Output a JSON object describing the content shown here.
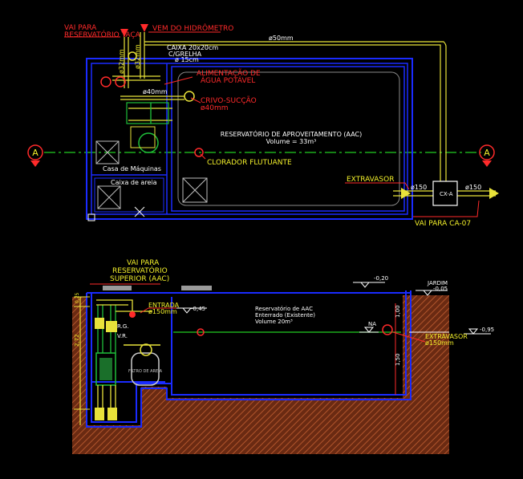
{
  "plan": {
    "label_vai_reservatorio": "VAI PARA",
    "label_vai_reservatorio_2": "RESERVATÓRIO TAÇA",
    "label_vem_hidrometro": "VEM DO HIDRÔMETRO",
    "label_pipe_top": "ø50mm",
    "label_caixa": "CAIXA 20x20cm",
    "label_grelha": "C/GRELHA",
    "label_grelha_2": "ø 15cm",
    "label_alimentacao": "ALIMENTAÇÃO DE",
    "label_alimentacao_2": "ÁGUA POTÁVEL",
    "label_d40": "ø40mm",
    "label_crivo": "CRIVO-SUCÇÃO",
    "label_crivo_2": "ø40mm",
    "label_reservatorio": "RESERVATÓRIO DE APROVEITAMENTO (AAC)",
    "label_volume": "Volume = 33m³",
    "label_clorador": "CLORADOR FLUTUANTE",
    "label_casa_maquinas": "Casa de Máquinas",
    "label_caixa_areia": "Caixa de areia",
    "label_extravasor": "EXTRAVASOR",
    "label_d150_left": "ø150",
    "label_d150_right": "ø150",
    "label_cx": "CX-A",
    "label_vai_ca": "VAI PARA CA-07",
    "label_v32a": "ø32mm",
    "label_v32b": "ø32mm",
    "section_marker_left": "A",
    "section_marker_right": "A"
  },
  "section": {
    "label_vai_sup": "VAI PARA",
    "label_vai_sup_2": "RESERVATÓRIO",
    "label_vai_sup_3": "SUPERIOR (AAC)",
    "label_level_020": "-0,20",
    "label_jardim": "JARDIM",
    "label_jardim_level": "-0,05",
    "label_entrada": "ENTRADA",
    "label_entrada_2": "ø150mm",
    "label_level_045": "-0,45",
    "label_res_aac": "Reservatório de AAC",
    "label_enterrado": "Enterrado (Existente)",
    "label_volume20": "Volume 20m³",
    "label_na": "NA",
    "label_extravasor": "EXTRAVASOR",
    "label_extravasor_2": "ø150mm",
    "label_level_095": "-0,95",
    "label_rg": "R.G.",
    "label_vr": "V.R.",
    "label_dim_left": "2,72",
    "label_dim_100": "1,00",
    "label_dim_150": "1,50",
    "label_dim_small": "0,25",
    "label_filtro": "FILTRO DE AREIA"
  },
  "colors": {
    "background": "#000000",
    "wall_blue": "#1a2bff",
    "pipe_yellow": "#e8e23a",
    "text_red": "#ff2a2a",
    "text_yellow": "#f2ef2a",
    "axis_green": "#22cc22",
    "soil_brown": "#7a3a1f",
    "pump_green": "#1fbf3a"
  }
}
